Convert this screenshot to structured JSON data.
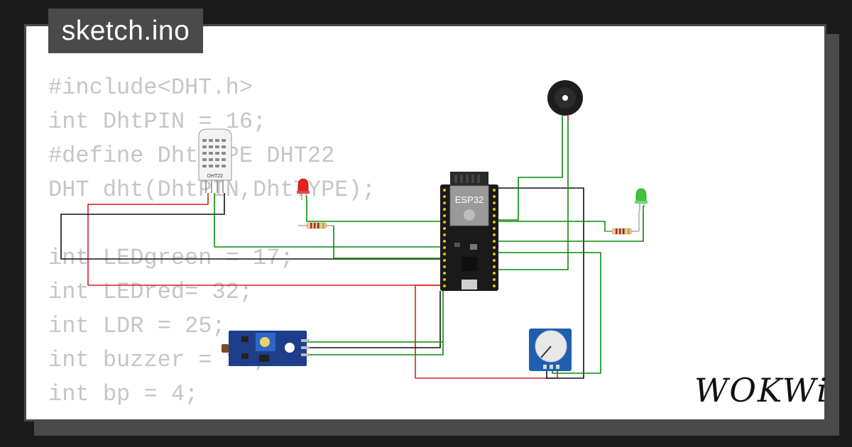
{
  "file_tab": {
    "label": "sketch.ino"
  },
  "code_lines": [
    "#include<DHT.h>",
    "int DhtPIN = 16;",
    "#define DhtTYPE DHT22",
    "DHT dht(DhtPIN,DhtTYPE);",
    "",
    "int LEDgreen = 17;",
    "int LEDred= 32;",
    "int LDR = 25;",
    "int buzzer = 15;",
    "int bp = 4;"
  ],
  "components": {
    "dht_label": "DHT22",
    "board_label": "ESP32"
  },
  "colors": {
    "wire_red": "#e01b1b",
    "wire_black": "#111111",
    "wire_green": "#0a8a0a",
    "board": "#1a1a1a",
    "led_red": "#e82020",
    "led_green": "#3cc43c",
    "module_blue": "#1d3e8a"
  },
  "brand": {
    "name": "WOKWi"
  }
}
